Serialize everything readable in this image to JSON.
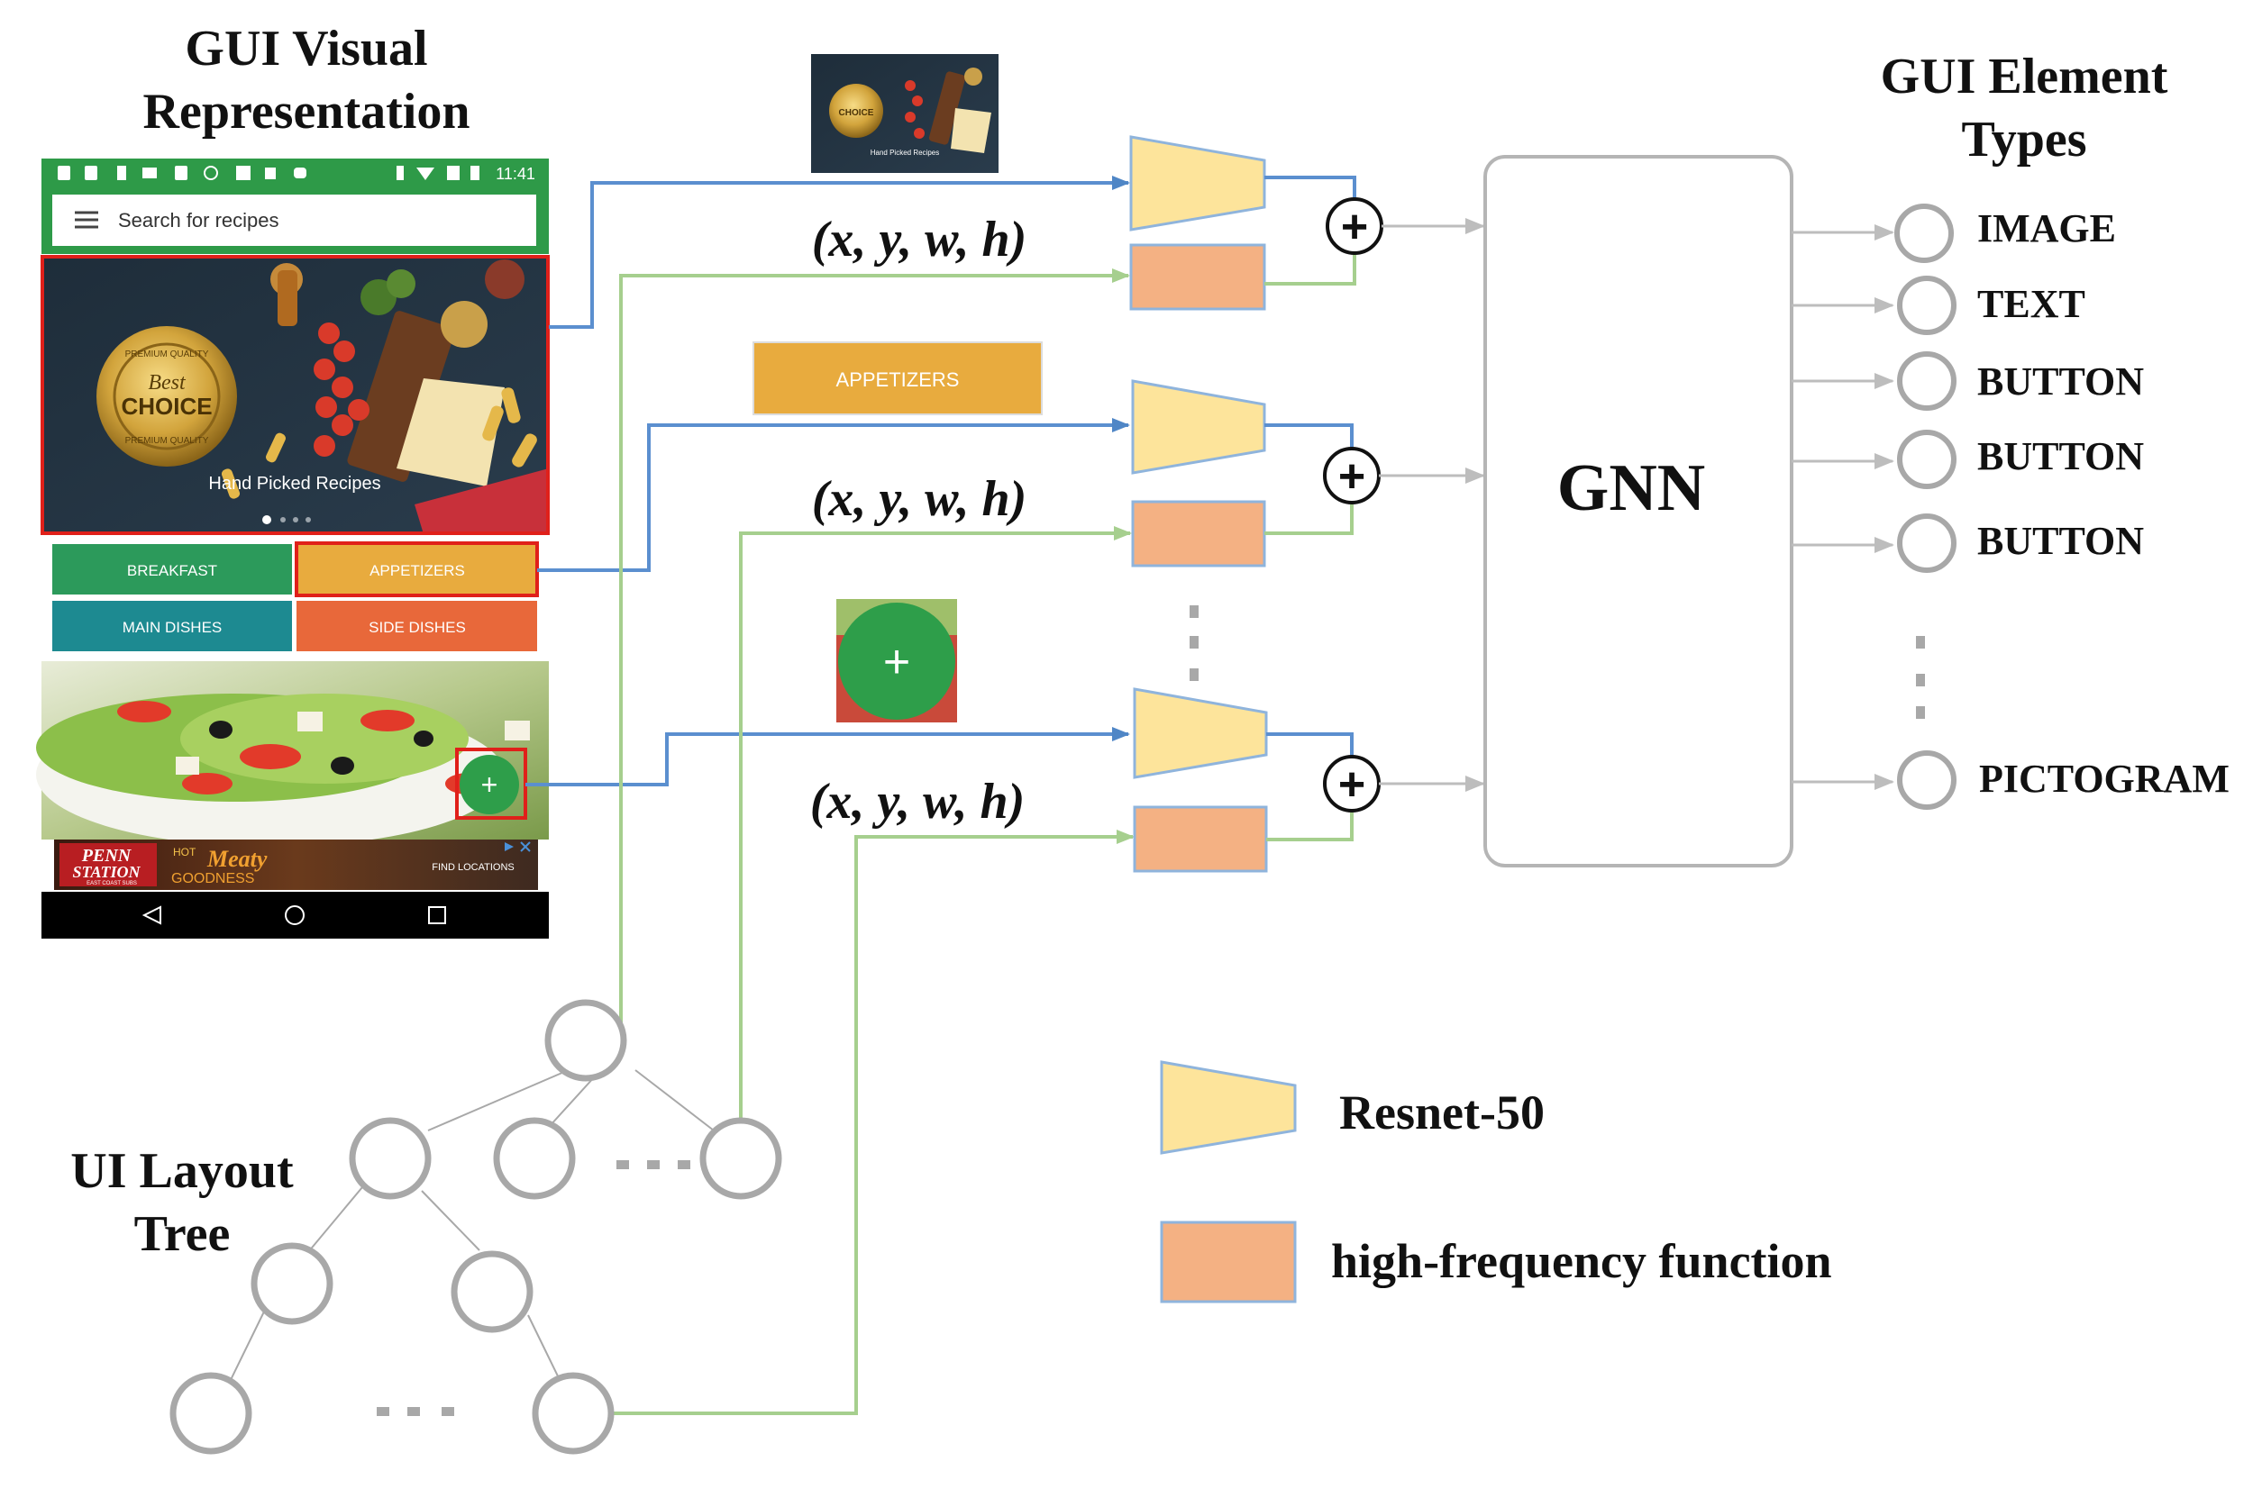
{
  "headings": {
    "visual_repr_line1": "GUI Visual",
    "visual_repr_line2": "Representation",
    "element_types_line1": "GUI Element",
    "element_types_line2": "Types",
    "layout_tree_line1": "UI Layout",
    "layout_tree_line2": "Tree"
  },
  "phone": {
    "status_time": "11:41",
    "search_placeholder": "Search for recipes",
    "banner_caption": "Hand Picked Recipes",
    "badge_line1": "Best",
    "badge_line2": "CHOICE",
    "badge_ring_top": "PREMIUM QUALITY",
    "badge_ring_bottom": "PREMIUM QUALITY",
    "buttons": [
      "BREAKFAST",
      "APPETIZERS",
      "MAIN DISHES",
      "SIDE DISHES"
    ],
    "fab_symbol": "+",
    "ad_brand_line1": "PENN",
    "ad_brand_line2": "STATION",
    "ad_brand_sub": "EAST COAST SUBS",
    "ad_hot": "HOT",
    "ad_meaty": "Meaty",
    "ad_goodness": "GOODNESS",
    "ad_find": "FIND LOCATIONS"
  },
  "crops": {
    "banner_caption": "Hand Picked Recipes",
    "badge_text": "CHOICE",
    "appetizers_label": "APPETIZERS",
    "fab_symbol": "+"
  },
  "coord_label": "(x, y, w, h)",
  "plus_symbol": "+",
  "gnn_label": "GNN",
  "outputs": [
    "IMAGE",
    "TEXT",
    "BUTTON",
    "BUTTON",
    "BUTTON",
    "PICTOGRAM"
  ],
  "legend": {
    "resnet": "Resnet-50",
    "hff": "high-frequency function"
  },
  "colors": {
    "blue_line": "#5b8fcf",
    "green_line": "#a6cf8e",
    "trapezoid_fill": "#fde49b",
    "trapezoid_stroke": "#8fb4dc",
    "box_fill": "#f4b183",
    "node_stroke": "#a8a8a8",
    "status_bar": "#2e9a48",
    "breakfast": "#2c9a5b",
    "appetizers": "#e8ab3e",
    "main_dishes": "#1d8a91",
    "side_dishes": "#e8683a",
    "highlight_red": "#e0201a"
  }
}
